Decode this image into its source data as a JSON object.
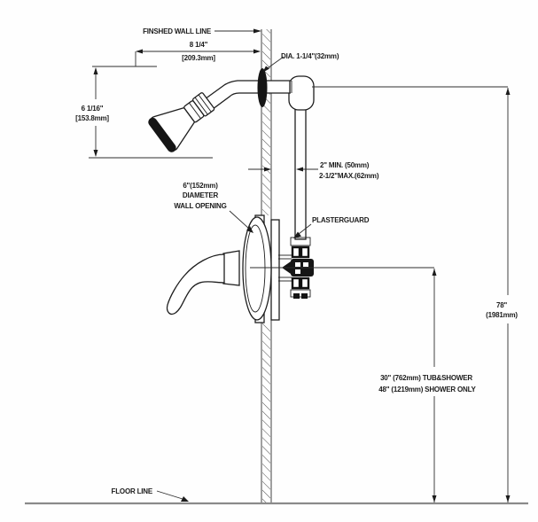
{
  "diagram": {
    "type": "shower-installation-dimension-diagram",
    "line_color": "#2d2d2d",
    "floor_color": "#8a8a8a",
    "labels": {
      "finished_wall_line": "FINSHED WALL LINE",
      "arm_length_in": "8 1/4\"",
      "arm_length_mm": "[209.3mm]",
      "pipe_dia": "DIA. 1-1/4\"(32mm)",
      "head_drop_in": "6 1/16\"",
      "head_drop_mm": "[153.8mm]",
      "depth_min": "2\" MIN. (50mm)",
      "depth_max": "2-1/2\"MAX.(62mm)",
      "opening_line1": "6\"(152mm)",
      "opening_line2": "DIAMETER",
      "opening_line3": "WALL OPENING",
      "plasterguard": "PLASTERGUARD",
      "overall_height_in": "78\"",
      "overall_height_mm": "(1981mm)",
      "valve_height_tub": "30\" (762mm) TUB&SHOWER",
      "valve_height_shower": "48\" (1219mm) SHOWER ONLY",
      "floor_line": "FLOOR LINE"
    }
  }
}
